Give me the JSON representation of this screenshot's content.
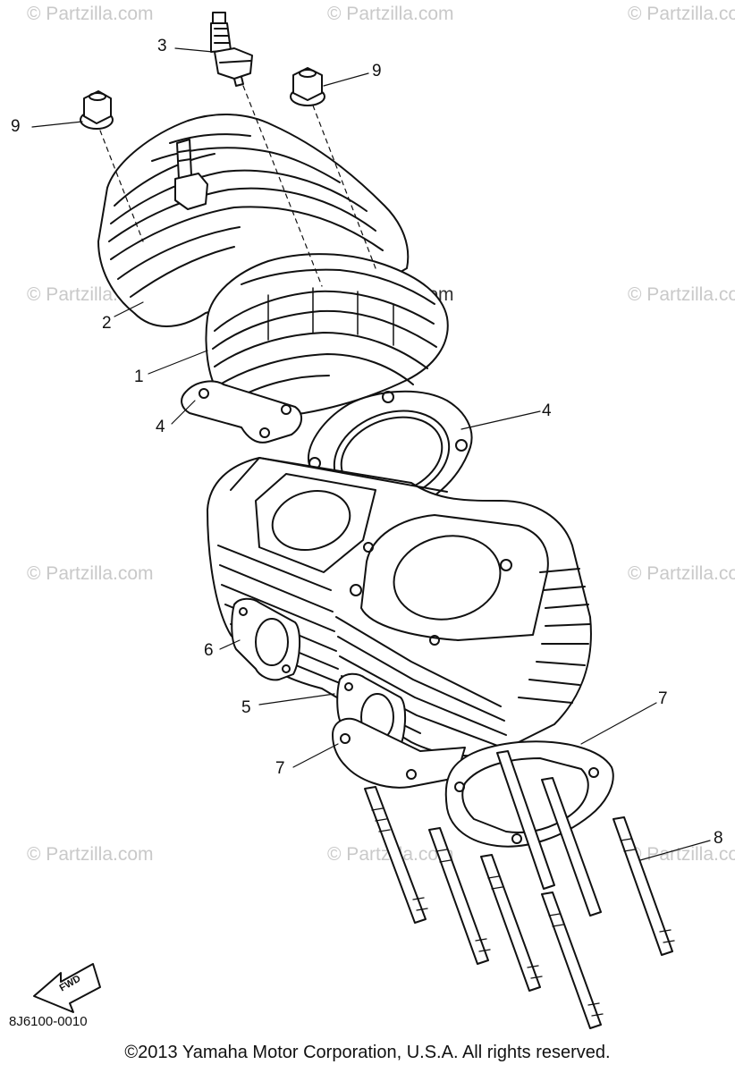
{
  "watermark": "© Partzilla.com",
  "callouts": [
    "3",
    "9",
    "9",
    "2",
    "1",
    "4",
    "4",
    "6",
    "5",
    "7",
    "7",
    "8"
  ],
  "fwd_label": "FWD",
  "diagram_code": "8J6100-0010",
  "copyright": "©2013 Yamaha Motor Corporation, U.S.A. All rights reserved.",
  "icons": {
    "fwd": "fwd-arrow-icon"
  }
}
